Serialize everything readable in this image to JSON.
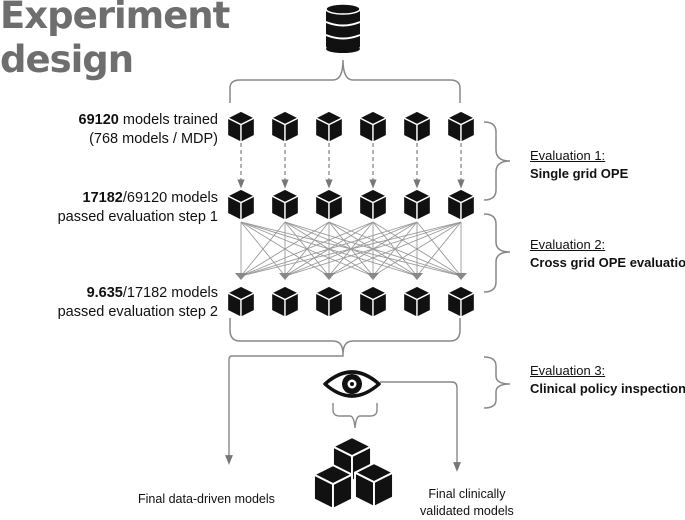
{
  "title": {
    "line1": "Experiment",
    "line2": "design"
  },
  "stages": [
    {
      "bold": "69120",
      "rest": " models trained",
      "line2": "(768 models / MDP)"
    },
    {
      "bold": "17182",
      "rest": "/69120 models",
      "line2": "passed evaluation step 1"
    },
    {
      "bold": "9.635",
      "rest": "/17182 models",
      "line2": "passed evaluation step 2"
    }
  ],
  "evaluations": [
    {
      "heading": "Evaluation 1:",
      "name": "Single grid OPE"
    },
    {
      "heading": "Evaluation 2:",
      "name": "Cross grid OPE evaluation"
    },
    {
      "heading": "Evaluation 3:",
      "name": "Clinical policy inspection"
    }
  ],
  "outputs": {
    "left": "Final data-driven models",
    "right_line1": "Final clinically",
    "right_line2": "validated models"
  },
  "icons": [
    "database-icon",
    "cube-icon",
    "eye-icon",
    "cubes-stack-icon"
  ],
  "colors": {
    "title": "#6e6e6e",
    "lines": "#888888",
    "icon": "#111111"
  }
}
